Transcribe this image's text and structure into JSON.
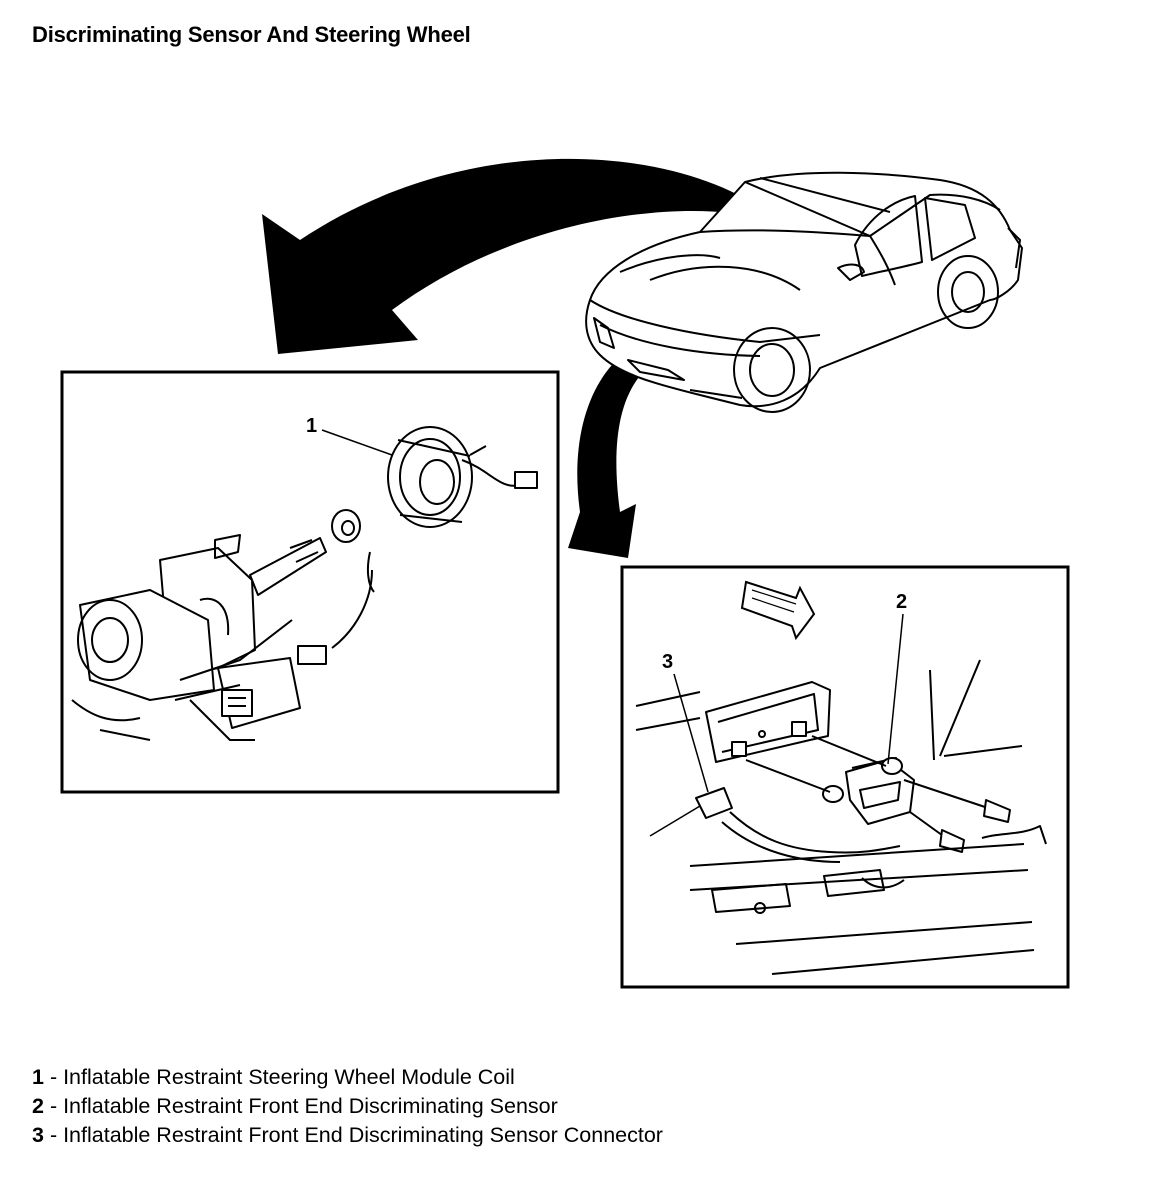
{
  "title": "Discriminating Sensor And Steering Wheel",
  "callouts": {
    "coil": "1",
    "sensor": "2",
    "connector": "3"
  },
  "legend": [
    {
      "number": "1",
      "separator": " - ",
      "text": "Inflatable Restraint Steering Wheel Module Coil"
    },
    {
      "number": "2",
      "separator": " - ",
      "text": "Inflatable Restraint Front End Discriminating Sensor"
    },
    {
      "number": "3",
      "separator": " - ",
      "text": "Inflatable Restraint Front End Discriminating Sensor Connector"
    }
  ]
}
